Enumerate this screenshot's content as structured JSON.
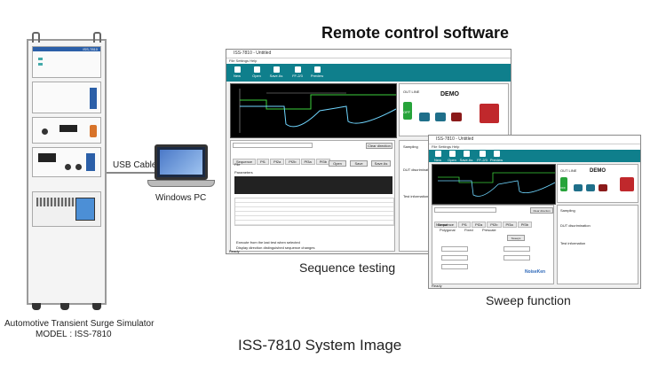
{
  "headline": "Remote control software",
  "bottom_caption": "ISS-7810 System Image",
  "hardware": {
    "name": "Automotive Transient Surge Simulator",
    "model": "MODEL : ISS-7810",
    "unit_label": "ISS-7810"
  },
  "link": {
    "cable_label": "USB Cable",
    "pc_label": "Windows PC"
  },
  "window_sequence": {
    "caption": "Sequence testing",
    "title": "ISS-7810 - Untitled",
    "menu": "File   Settings   Help",
    "toolbar": [
      "New",
      "Open",
      "Save As",
      "FF-2/3",
      "Preview"
    ],
    "demo_label": "DEMO",
    "out_line_label": "OUT LINE",
    "off_label": "OFF",
    "clear_button": "Clear direction",
    "tabs": [
      "Sequence",
      "Pf1",
      "Pf2a",
      "Pf2b",
      "Pf3a",
      "Pf3b"
    ],
    "file_label": "File",
    "buttons": [
      "Open",
      "Save",
      "Save As"
    ],
    "params_label": "Parameters",
    "sampling_label": "Sampling",
    "dut_label": "DUT discrimination",
    "test_info_label": "Test information",
    "check1": "Execute from the last test when selected",
    "check2": "Display direction distinguished sequence changes",
    "status": "Ready"
  },
  "window_sweep": {
    "caption": "Sweep function",
    "title": "ISS-7810 - Untitled",
    "menu": "File   Settings   Help",
    "toolbar": [
      "New",
      "Open",
      "Save As",
      "FF-2/3",
      "Preview"
    ],
    "demo_label": "DEMO",
    "out_line_label": "OUT LINE",
    "off_label": "OFF",
    "clear_button": "Clear direction",
    "tabs": [
      "Sequence",
      "Pf1",
      "Pf2a",
      "Pf2b",
      "Pf3a",
      "Pf3b"
    ],
    "normal_label": "Normal",
    "radio": [
      "Polygonal",
      "Fixed",
      "Prescale"
    ],
    "sweep_button": "Sweeps",
    "sampling_label": "Sampling",
    "dut_label": "DUT discrimination",
    "test_info_label": "Test information",
    "brand": "NoiseKen",
    "status": "Ready"
  },
  "colors": {
    "toolbar": "#0f7f8c",
    "scope_bg": "#000000",
    "trace_green": "#3ccf3c",
    "trace_cyan": "#6fd6ff",
    "rack_accent": "#2b5fa8",
    "play_button": "#1f6f8a",
    "stop_button": "#8b1a1a",
    "warning": "#c0282c",
    "off_button": "#27a33a"
  }
}
